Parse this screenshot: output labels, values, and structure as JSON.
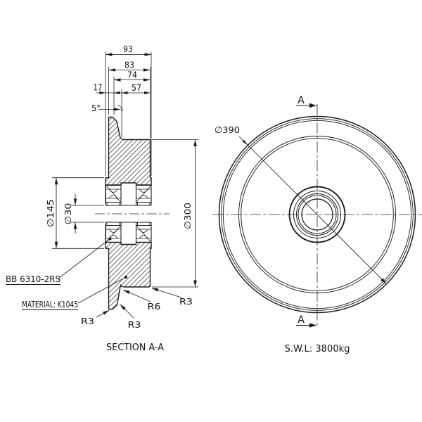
{
  "meta": {
    "background": "#ffffff",
    "line_color": "#1c1c1c",
    "drawing_type": "wheel engineering drawing"
  },
  "section_view": {
    "title": "SECTION A-A",
    "dim_93": "93",
    "dim_83": "83",
    "dim_74": "74",
    "dim_57": "57",
    "dim_17": "17",
    "angle_5": "5°",
    "dia_145": "∅145",
    "dia_30": "∅30",
    "dia_300": "∅300",
    "radius_r3_left": "R3",
    "radius_r3_mid": "R3",
    "radius_r6": "R6",
    "radius_r3_right": "R3",
    "bearing_note": "BB 6310-2RS",
    "material_note": "MATERIAL: K1045"
  },
  "front_view": {
    "dia_390": "∅390",
    "cut_letter_top": "A",
    "cut_letter_bottom": "A",
    "swl_note": "S.W.L: 3800kg"
  }
}
